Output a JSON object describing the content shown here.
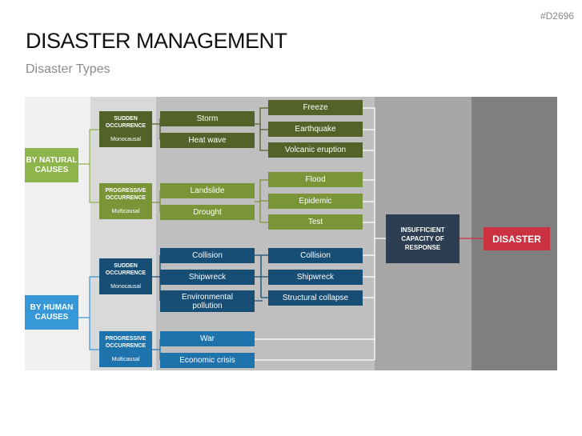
{
  "header": {
    "code": "#D2696",
    "title": "DISASTER MANAGEMENT",
    "subtitle": "Disaster Types"
  },
  "colors": {
    "natural_dark": "#526229",
    "natural_light": "#799537",
    "natural_cat": "#8db54b",
    "human_dark": "#164e75",
    "human_light": "#1f73ad",
    "human_cat": "#3798d8",
    "response": "#2d3e52",
    "disaster": "#cb3140"
  },
  "natural": {
    "category": "BY NATURAL CAUSES",
    "sudden": {
      "title": "SUDDEN OCCURRENCE",
      "sub": "Monocausal"
    },
    "progressive": {
      "title": "PROGRESSIVE OCCURRENCE",
      "sub": "Multicausal"
    },
    "sudden_mid": [
      "Storm",
      "Heat wave"
    ],
    "sudden_out": [
      "Freeze",
      "Earthquake",
      "Volcanic eruption"
    ],
    "progressive_mid": [
      "Landslide",
      "Drought"
    ],
    "progressive_out": [
      "Flood",
      "Epidemic",
      "Test"
    ]
  },
  "human": {
    "category": "BY HUMAN CAUSES",
    "sudden": {
      "title": "SUDDEN OCCURRENCE",
      "sub": "Monocausal"
    },
    "progressive": {
      "title": "PROGRESSIVE OCCURRENCE",
      "sub": "Multicausal"
    },
    "sudden_mid": [
      "Collision",
      "Shipwreck",
      "Environmental pollution"
    ],
    "sudden_out": [
      "Collision",
      "Shipwreck",
      "Structural collapse"
    ],
    "progressive_mid": [
      "War",
      "Economic crisis"
    ]
  },
  "response": "INSUFFICIENT CAPACITY OF RESPONSE",
  "result": "DISASTER"
}
